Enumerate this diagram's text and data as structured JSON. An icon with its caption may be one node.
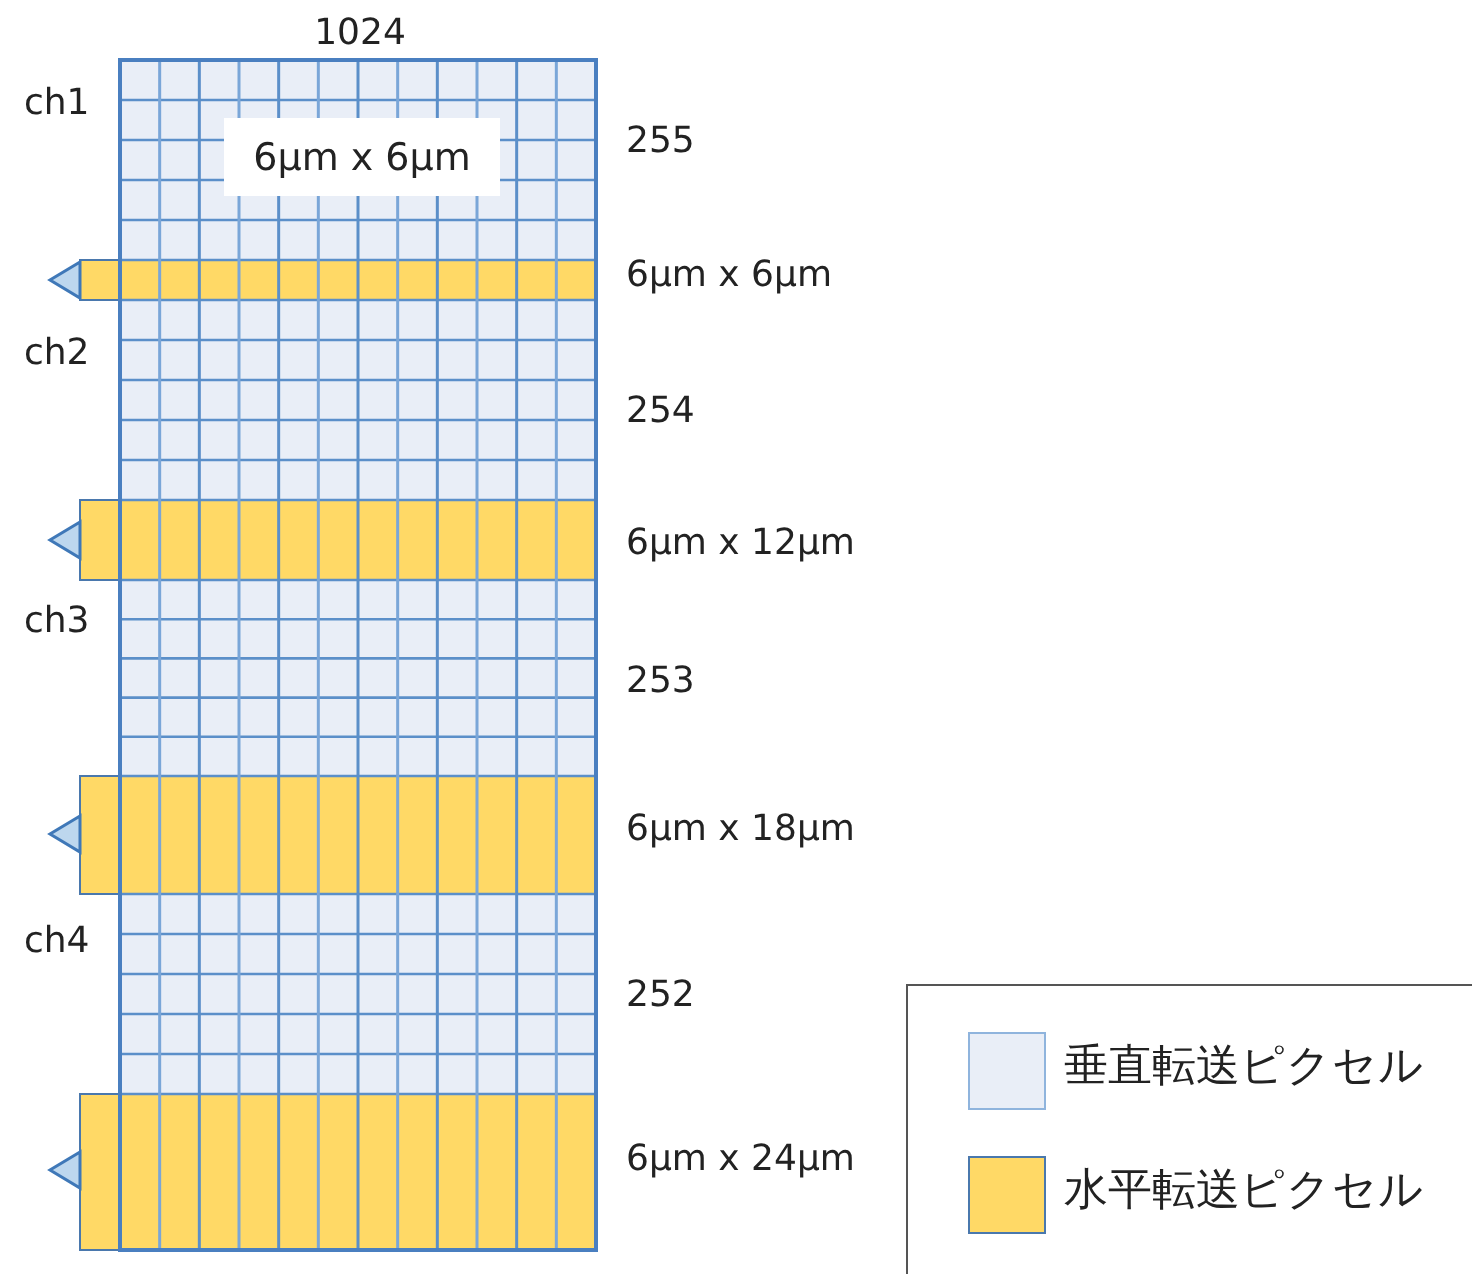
{
  "diagram": {
    "nodes": [
      {
        "text": [
          "6µm x 6µm"
        ]
      }
    ],
    "labels": [
      "1024",
      "ch1",
      "255",
      "6µm x 6µm",
      "ch2",
      "254",
      "6µm x 12µm",
      "ch3",
      "253",
      "6µm x 18µm",
      "ch4",
      "252",
      "6µm x 24µm"
    ],
    "legend": [
      {
        "text": "垂直転送ピクセル",
        "color": "#e9eef7"
      },
      {
        "text": "水平転送ピクセル",
        "color": "#ffd966"
      }
    ]
  }
}
